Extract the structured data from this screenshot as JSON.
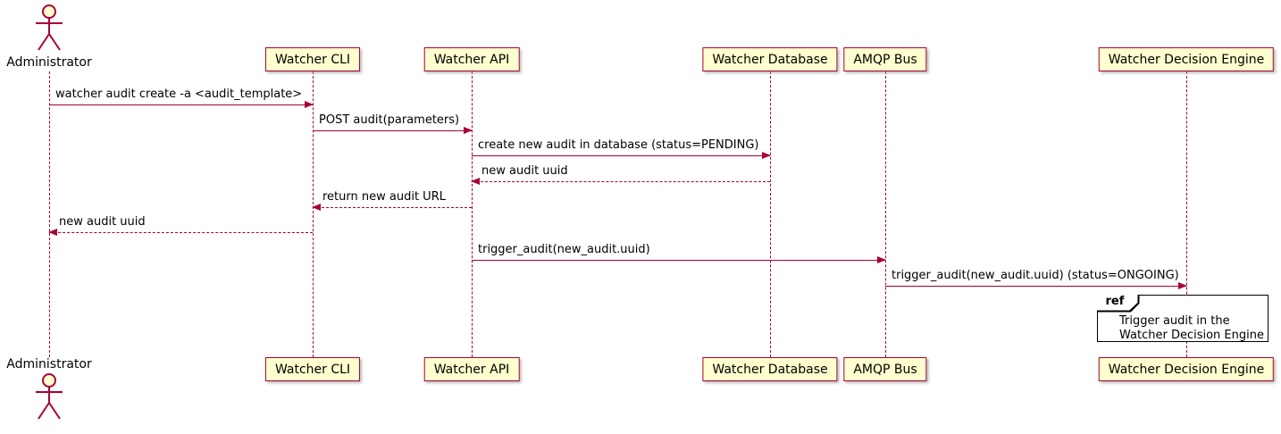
{
  "diagram": {
    "colors": {
      "maroon": "#A80036",
      "boxfill": "#FEFECE",
      "ink": "#000000"
    },
    "actor": {
      "name": "Administrator"
    },
    "participants": [
      {
        "name": "Watcher CLI"
      },
      {
        "name": "Watcher API"
      },
      {
        "name": "Watcher Database"
      },
      {
        "name": "AMQP Bus"
      },
      {
        "name": "Watcher Decision Engine"
      }
    ],
    "messages": [
      {
        "label": "watcher audit create -a <audit_template>",
        "from": "Administrator",
        "to": "Watcher CLI",
        "style": "solid"
      },
      {
        "label": "POST audit(parameters)",
        "from": "Watcher CLI",
        "to": "Watcher API",
        "style": "solid"
      },
      {
        "label": "create new audit in database (status=PENDING)",
        "from": "Watcher API",
        "to": "Watcher Database",
        "style": "solid"
      },
      {
        "label": "new audit uuid",
        "from": "Watcher Database",
        "to": "Watcher API",
        "style": "dashed"
      },
      {
        "label": "return new audit URL",
        "from": "Watcher API",
        "to": "Watcher CLI",
        "style": "dashed"
      },
      {
        "label": "new audit uuid",
        "from": "Watcher CLI",
        "to": "Administrator",
        "style": "dashed"
      },
      {
        "label": "trigger_audit(new_audit.uuid)",
        "from": "Watcher API",
        "to": "AMQP Bus",
        "style": "solid"
      },
      {
        "label": "trigger_audit(new_audit.uuid) (status=ONGOING)",
        "from": "AMQP Bus",
        "to": "Watcher Decision Engine",
        "style": "solid"
      }
    ],
    "ref": {
      "keyword": "ref",
      "lines": [
        "Trigger audit in the",
        "Watcher Decision Engine"
      ]
    }
  }
}
